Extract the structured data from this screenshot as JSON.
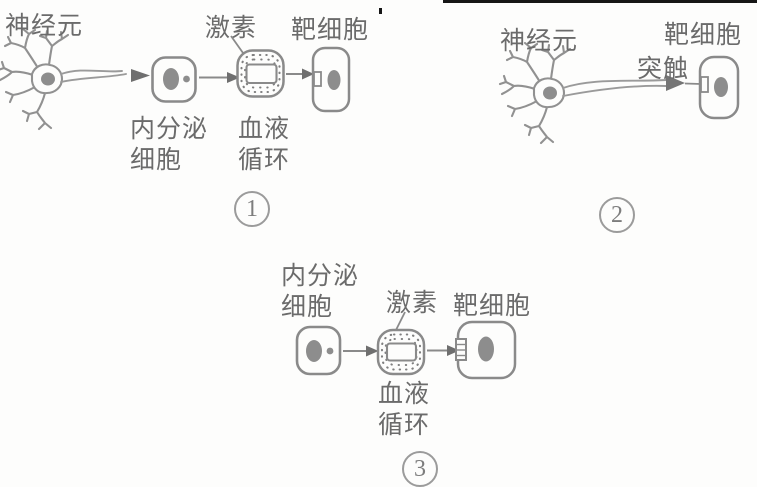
{
  "figure": {
    "description_colors": {
      "stroke_gray": "#8a8a8a",
      "label_gray": "#6b6b6b",
      "nucleus_gray": "#8d8d8d",
      "artifact_black": "#161616",
      "background": "#fdfdfc"
    }
  },
  "diagram1": {
    "labels": {
      "neuron": "神经元",
      "hormone": "激素",
      "target_cell": "靶细胞",
      "endocrine_cell_line1": "内分泌",
      "endocrine_cell_line2": "细胞",
      "blood_circulation_line1": "血液",
      "blood_circulation_line2": "循环"
    },
    "number": "1"
  },
  "diagram2": {
    "labels": {
      "neuron": "神经元",
      "synapse": "突触",
      "target_cell": "靶细胞"
    },
    "number": "2"
  },
  "diagram3": {
    "labels": {
      "endocrine_cell_line1": "内分泌",
      "endocrine_cell_line2": "细胞",
      "hormone": "激素",
      "target_cell": "靶细胞",
      "blood_circulation_line1": "血液",
      "blood_circulation_line2": "循环"
    },
    "number": "3"
  }
}
